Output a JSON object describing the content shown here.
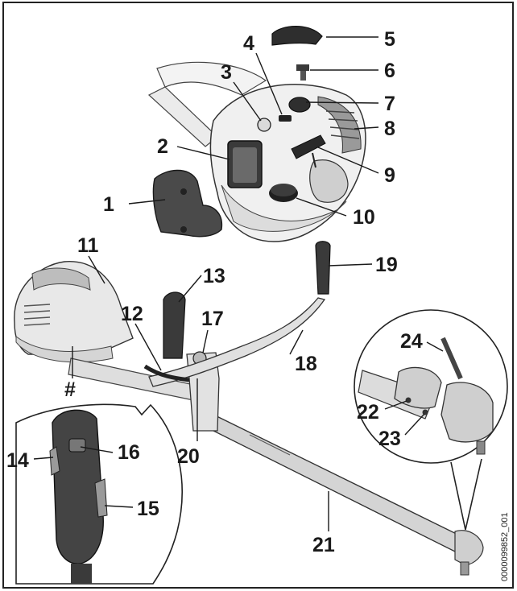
{
  "figure": {
    "doc_id": "0000099852_001",
    "callouts": [
      {
        "id": "1",
        "label": "1"
      },
      {
        "id": "2",
        "label": "2"
      },
      {
        "id": "3",
        "label": "3"
      },
      {
        "id": "4",
        "label": "4"
      },
      {
        "id": "5",
        "label": "5"
      },
      {
        "id": "6",
        "label": "6"
      },
      {
        "id": "7",
        "label": "7"
      },
      {
        "id": "8",
        "label": "8"
      },
      {
        "id": "9",
        "label": "9"
      },
      {
        "id": "10",
        "label": "10"
      },
      {
        "id": "11",
        "label": "11"
      },
      {
        "id": "12",
        "label": "12"
      },
      {
        "id": "13",
        "label": "13"
      },
      {
        "id": "14",
        "label": "14"
      },
      {
        "id": "15",
        "label": "15"
      },
      {
        "id": "16",
        "label": "16"
      },
      {
        "id": "17",
        "label": "17"
      },
      {
        "id": "18",
        "label": "18"
      },
      {
        "id": "19",
        "label": "19"
      },
      {
        "id": "20",
        "label": "20"
      },
      {
        "id": "21",
        "label": "21"
      },
      {
        "id": "22",
        "label": "22"
      },
      {
        "id": "23",
        "label": "23"
      },
      {
        "id": "24",
        "label": "24"
      },
      {
        "id": "hash",
        "label": "#"
      }
    ]
  }
}
